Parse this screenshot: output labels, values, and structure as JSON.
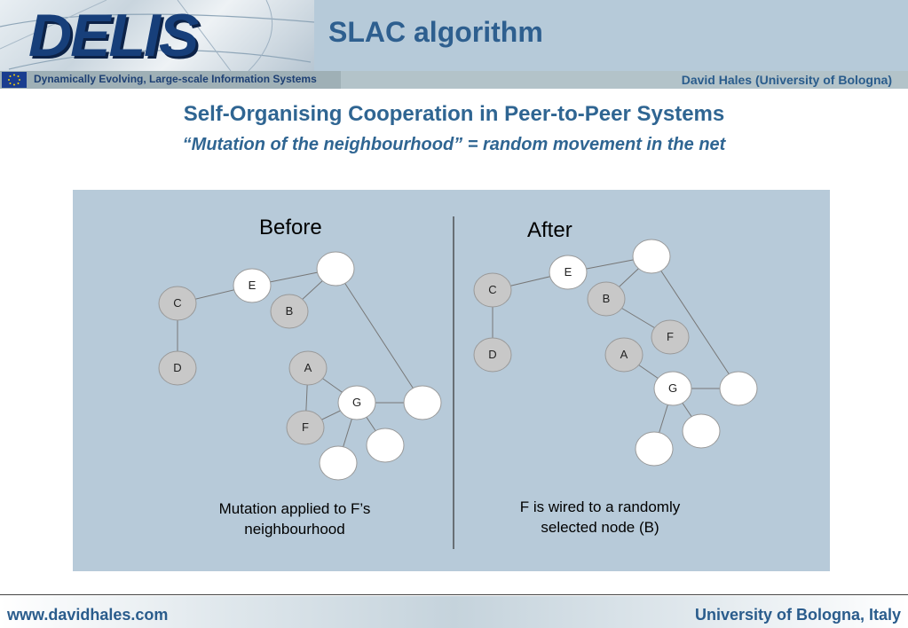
{
  "header": {
    "logo": "DELIS",
    "title": "SLAC algorithm",
    "project_subtitle": "Dynamically Evolving, Large-scale Information Systems",
    "author": "David Hales (University of Bologna)"
  },
  "content": {
    "heading": "Self-Organising Cooperation in Peer-to-Peer Systems",
    "subheading": "“Mutation of the neighbourhood” = random movement in the net"
  },
  "diagram": {
    "before": {
      "title": "Before",
      "caption_line1": "Mutation applied to F’s",
      "caption_line2": "neighbourhood"
    },
    "after": {
      "title": "After",
      "caption_line1": "F is wired to a randomly",
      "caption_line2": "selected node (B)"
    },
    "node_labels": [
      "C",
      "E",
      "B",
      "D",
      "A",
      "G",
      "F"
    ],
    "colors": {
      "panel": "#b7cad9",
      "gray_node": "#c8c8c8",
      "white_node": "#ffffff",
      "edge": "#777777"
    }
  },
  "footer": {
    "left": "www.davidhales.com",
    "right": "University of Bologna, Italy"
  }
}
